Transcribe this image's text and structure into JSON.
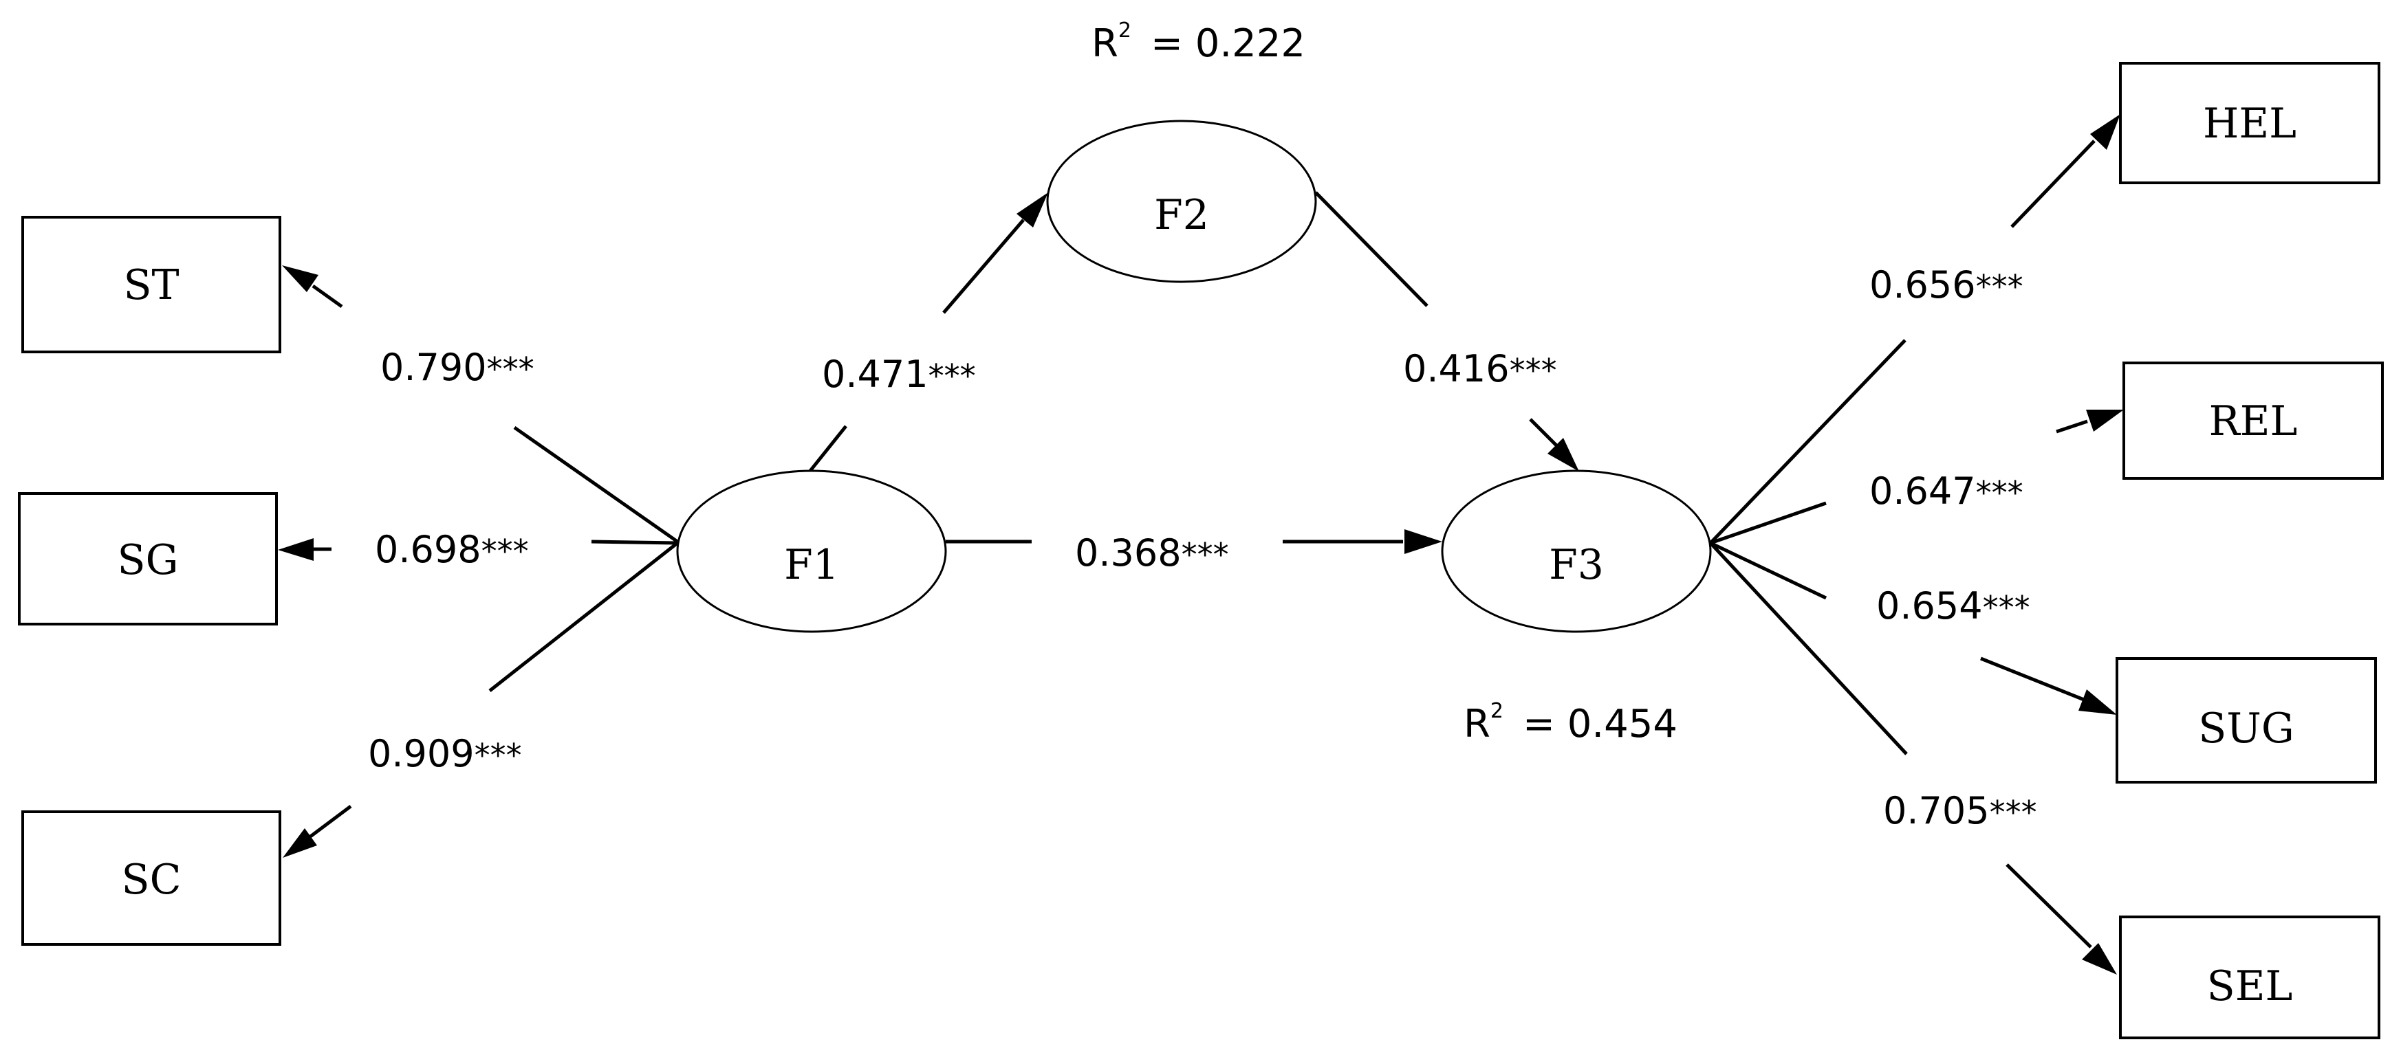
{
  "observed": {
    "st": "ST",
    "sg": "SG",
    "sc": "SC",
    "hel": "HEL",
    "rel": "REL",
    "sug": "SUG",
    "sel": "SEL"
  },
  "latent": {
    "f1": "F1",
    "f2": "F2",
    "f3": "F3"
  },
  "coefficients": {
    "f1_st": "0.790",
    "f1_sg": "0.698",
    "f1_sc": "0.909",
    "f1_f2": "0.471",
    "f2_f3": "0.416",
    "f1_f3": "0.368",
    "f3_hel": "0.656",
    "f3_rel": "0.647",
    "f3_sug": "0.654",
    "f3_sel": "0.705"
  },
  "significance": "***",
  "r_squared": {
    "symbol": "R",
    "exponent": "2",
    "f2": "=  0.222",
    "f3": "=  0.454"
  }
}
